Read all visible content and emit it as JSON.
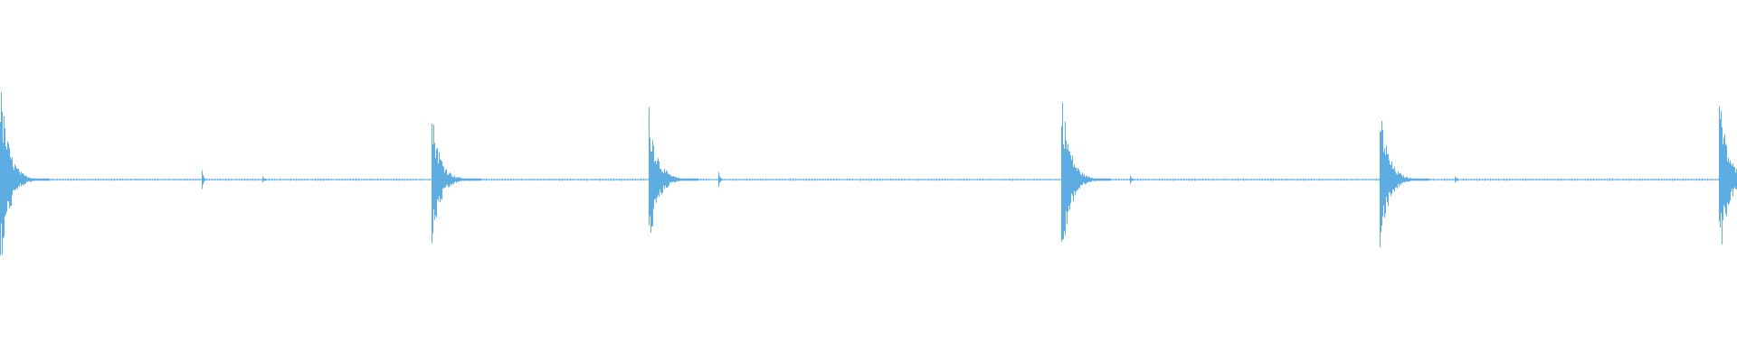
{
  "waveform": {
    "color": "#5DADE2",
    "background": "#FFFFFF",
    "transients": [
      {
        "time_fraction": 0.0,
        "peak_amplitude": 1.0
      },
      {
        "time_fraction": 0.2485,
        "peak_amplitude": 0.71
      },
      {
        "time_fraction": 0.3735,
        "peak_amplitude": 0.74
      },
      {
        "time_fraction": 0.611,
        "peak_amplitude": 0.93
      },
      {
        "time_fraction": 0.7945,
        "peak_amplitude": 0.77
      },
      {
        "time_fraction": 0.99,
        "peak_amplitude": 0.9
      }
    ],
    "minor_blips": [
      {
        "time_fraction": 0.116,
        "peak_amplitude": 0.09
      },
      {
        "time_fraction": 0.151,
        "peak_amplitude": 0.03
      },
      {
        "time_fraction": 0.414,
        "peak_amplitude": 0.07
      },
      {
        "time_fraction": 0.651,
        "peak_amplitude": 0.04
      },
      {
        "time_fraction": 0.838,
        "peak_amplitude": 0.03
      }
    ]
  }
}
